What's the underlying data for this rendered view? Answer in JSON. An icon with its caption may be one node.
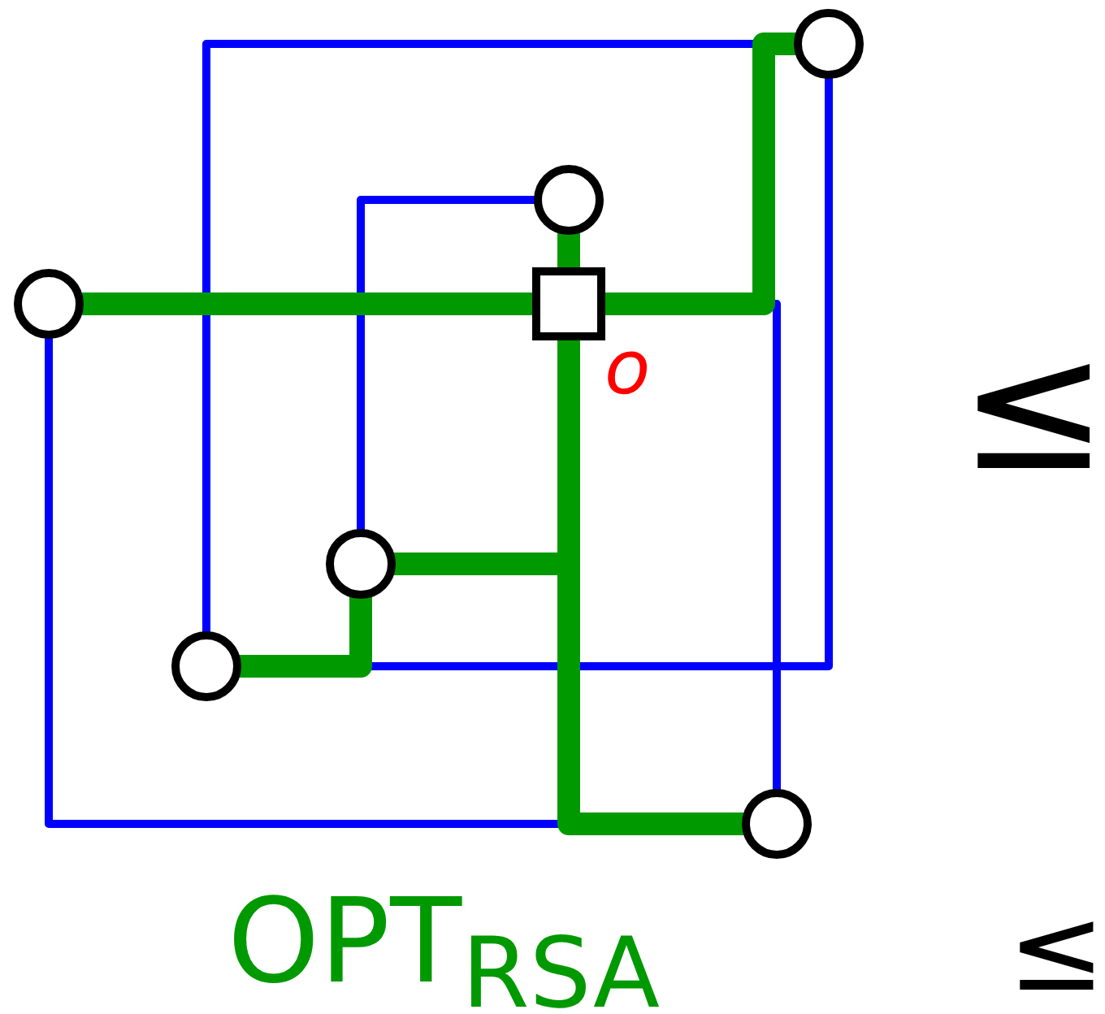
{
  "diagram": {
    "nodes": [
      {
        "text": [],
        "shape": "circle"
      },
      {
        "text": [],
        "shape": "circle"
      },
      {
        "text": [],
        "shape": "circle"
      },
      {
        "text": [],
        "shape": "box",
        "beside": [
          "o"
        ]
      },
      {
        "text": [],
        "shape": "circle"
      },
      {
        "text": [],
        "shape": "circle"
      },
      {
        "text": [],
        "shape": "circle"
      }
    ],
    "edges": [
      {
        "from": 3,
        "to": 2,
        "arrow": "none"
      },
      {
        "from": 3,
        "to": 0,
        "arrow": "none"
      },
      {
        "from": 3,
        "to": 1,
        "arrow": "none"
      },
      {
        "from": 3,
        "to": 6,
        "arrow": "none"
      },
      {
        "from": 3,
        "to": 4,
        "arrow": "none"
      },
      {
        "from": 4,
        "to": 5,
        "arrow": "none"
      },
      {
        "from": 0,
        "to": 5,
        "arrow": "none",
        "color": "#0000ff"
      },
      {
        "from": 2,
        "to": 6,
        "arrow": "none",
        "color": "#0000ff"
      },
      {
        "from": 1,
        "to": 4,
        "arrow": "none",
        "color": "#0000ff"
      },
      {
        "from": 0,
        "to": 5,
        "arrow": "none",
        "color": "#0000ff"
      }
    ],
    "labels": [
      "≤",
      "OPT$_{RSA}$",
      "≤"
    ]
  }
}
